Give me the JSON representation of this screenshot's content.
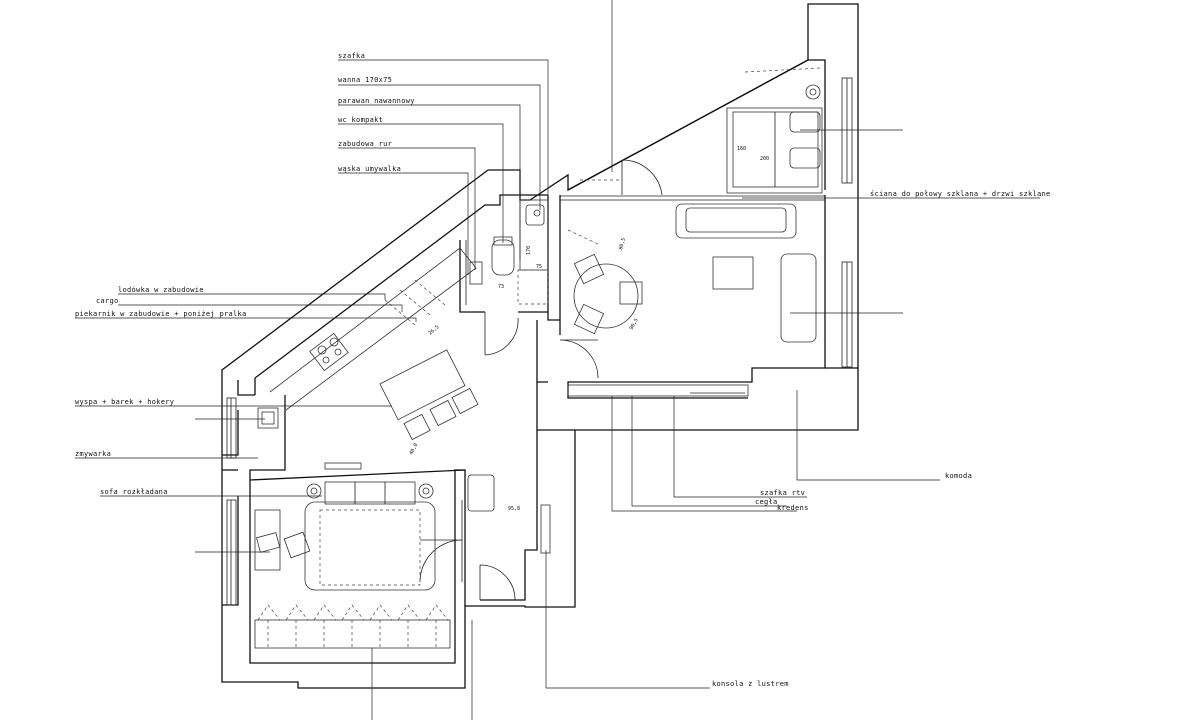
{
  "labels": {
    "szafka": "szafka",
    "wanna": "wanna 170x75",
    "parawan": "parawan nawannowy",
    "wc": "wc kompakt",
    "zabudowa_rur": "zabudowa rur",
    "waska_umywalka": "wąska umywalka",
    "lodowka": "lodówka w zabudowie",
    "cargo": "cargo",
    "piekarnik": "piekarnik w zabudowie + poniżej pralka",
    "wyspa": "wyspa + barek + hokery",
    "zmywarka": "zmywarka",
    "sofa": "sofa rozkładana",
    "sciana": "ściana do połowy szklana + drzwi szklane",
    "komoda": "komoda",
    "szafka_rtv": "szafka rtv",
    "cegla": "cegła",
    "kredens": "kredens",
    "konsola": "konsola z lustrem"
  },
  "dims": {
    "d170": "170",
    "d75": "75",
    "d73": "73",
    "d200": "200",
    "d160": "160",
    "d80": "80,5",
    "d95": "95,8",
    "d90": "90,5",
    "d40": "40,0",
    "d26": "26,5"
  },
  "colors": {
    "line": "#111111",
    "background": "#ffffff"
  }
}
